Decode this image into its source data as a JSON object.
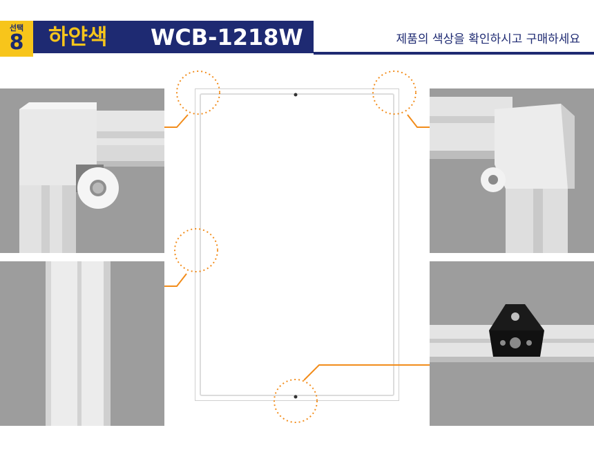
{
  "header": {
    "select_label": "선택",
    "select_number": "8",
    "color_name": "하얀색",
    "model": "WCB-1218W",
    "notice": "제품의 색상을 확인하시고 구매하세요"
  },
  "colors": {
    "navy": "#1e2a72",
    "yellow": "#f7c51b",
    "callout_orange": "#f28c1a",
    "photo_background": "#9a9a9a"
  },
  "details": [
    {
      "name": "top-left-corner-bracket"
    },
    {
      "name": "top-right-corner-bracket"
    },
    {
      "name": "side-frame-profile"
    },
    {
      "name": "bottom-mount-bracket"
    }
  ]
}
